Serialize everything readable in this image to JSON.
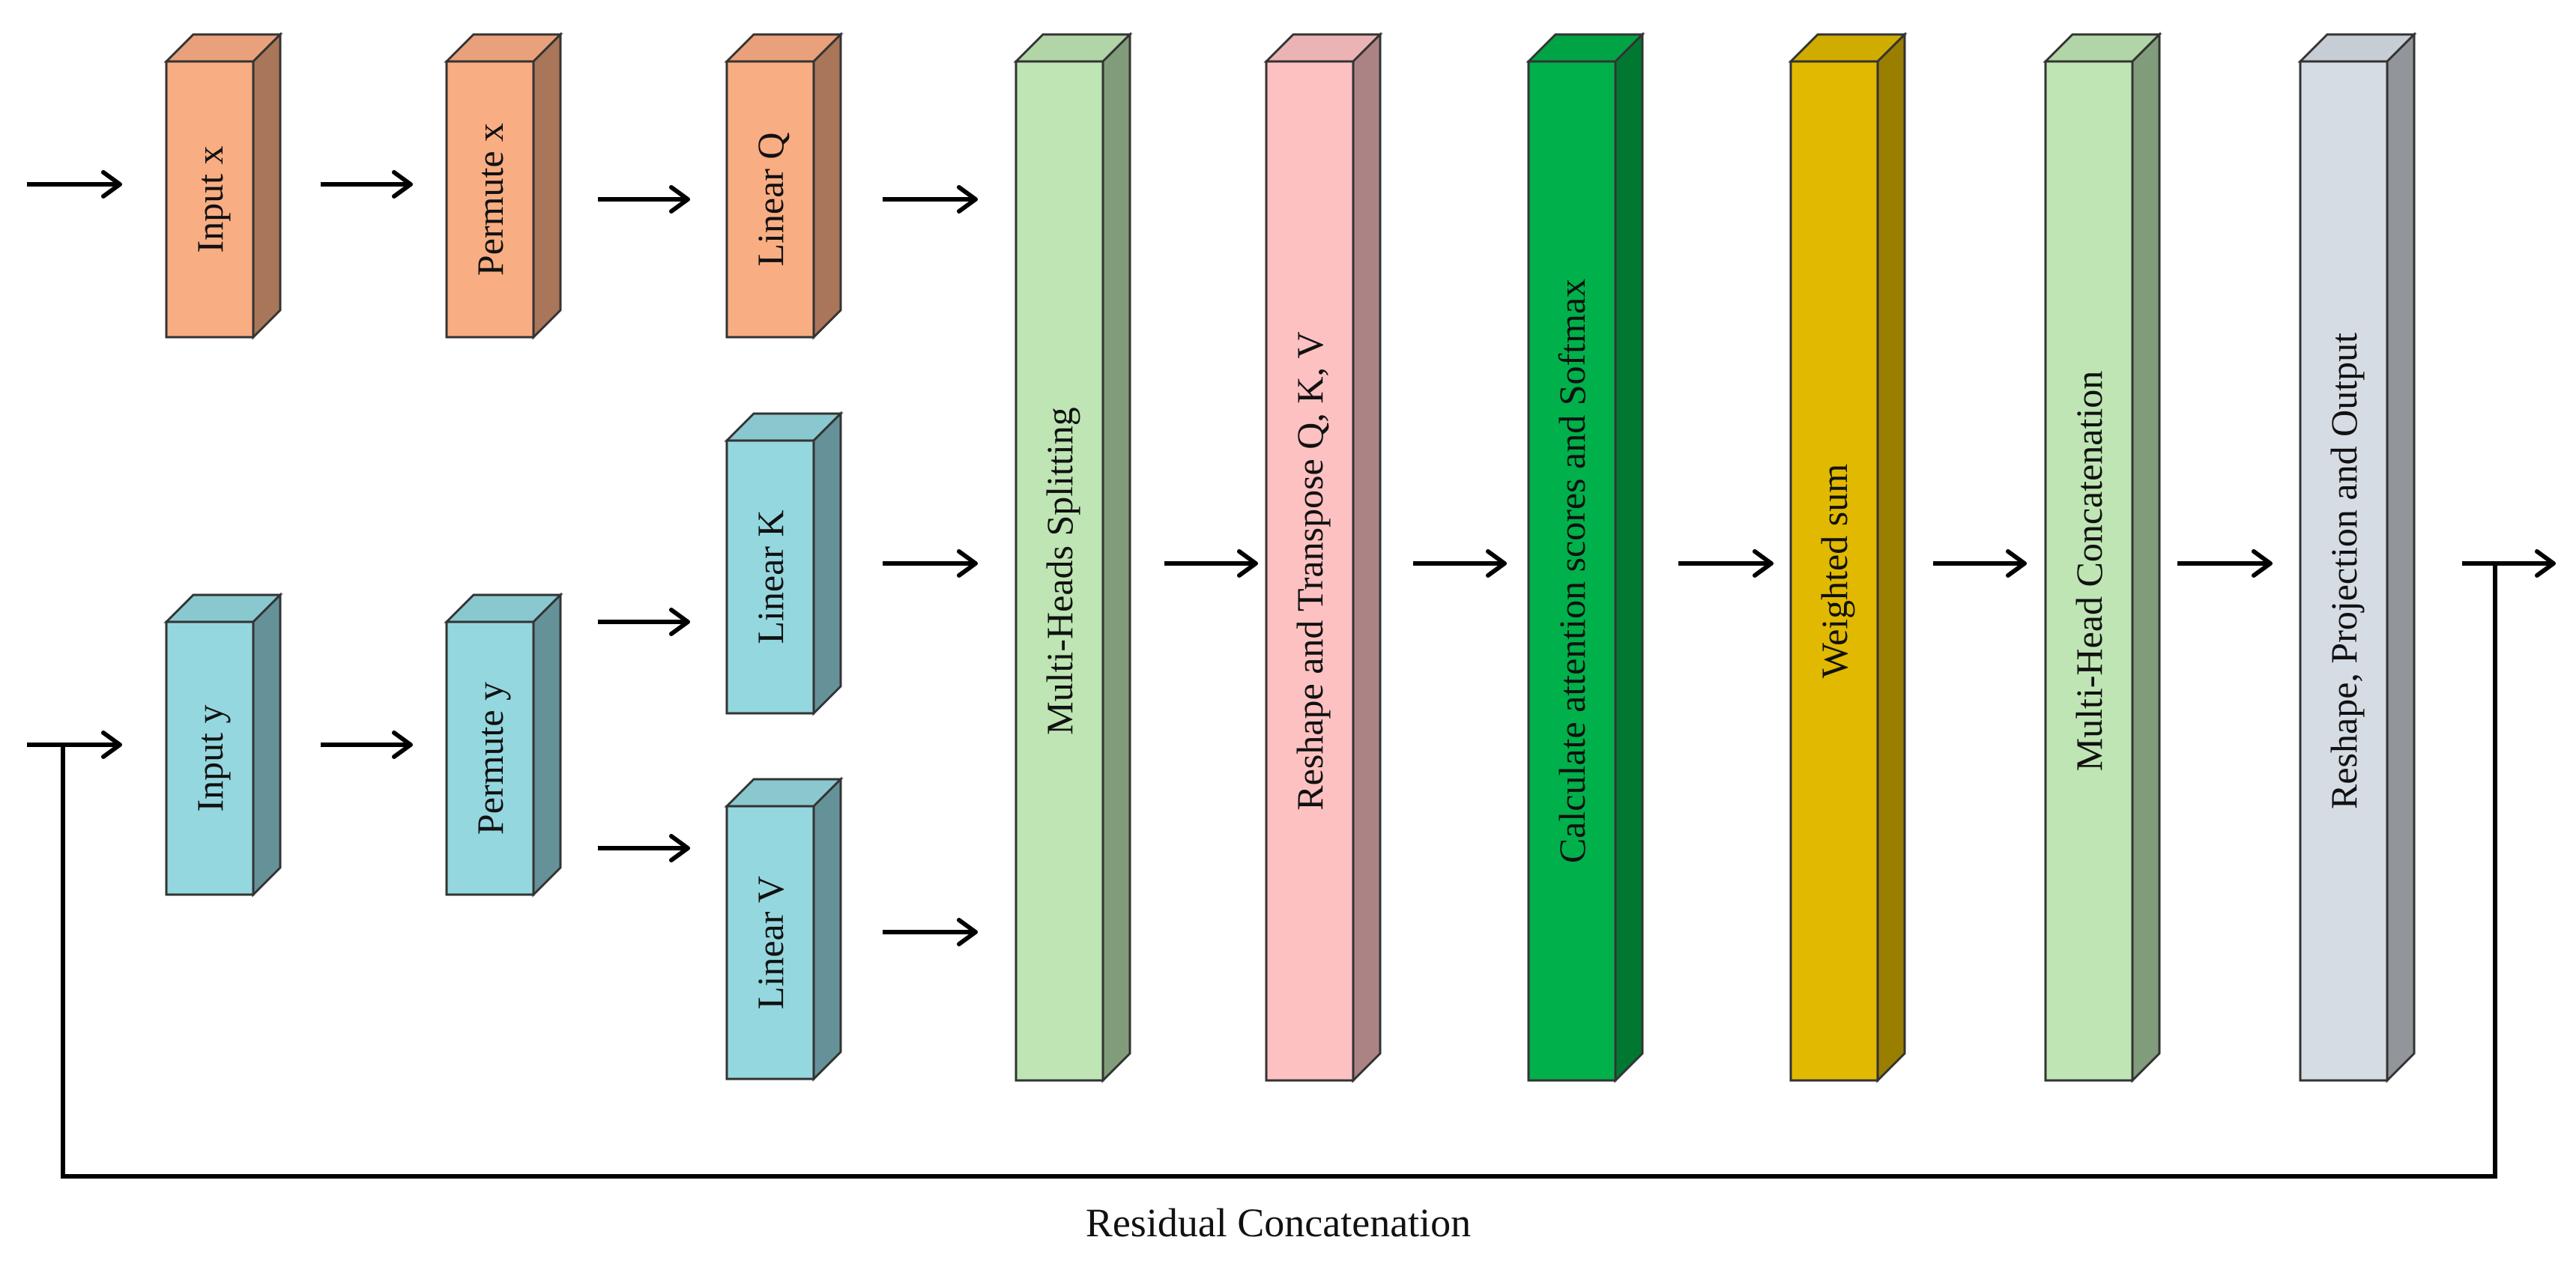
{
  "diagram": {
    "caption": "Residual Concatenation",
    "blocks": {
      "input_x": {
        "label": "Input x",
        "color": "#F9AD83"
      },
      "permute_x": {
        "label": "Permute x",
        "color": "#F9AD83"
      },
      "linear_q": {
        "label": "Linear Q",
        "color": "#F9AD83"
      },
      "input_y": {
        "label": "Input y",
        "color": "#94D7DF"
      },
      "permute_y": {
        "label": "Permute y",
        "color": "#94D7DF"
      },
      "linear_k": {
        "label": "Linear K",
        "color": "#94D7DF"
      },
      "linear_v": {
        "label": "Linear V",
        "color": "#94D7DF"
      },
      "multi_heads_splitting": {
        "label": "Multi-Heads Splitting",
        "color": "#BEE5B3"
      },
      "reshape_transpose": {
        "label": "Reshape and Transpose Q, K, V",
        "color": "#FDC1C2"
      },
      "attention_softmax": {
        "label": "Calculate attention scores and Softmax",
        "color": "#00B04A"
      },
      "weighted_sum": {
        "label": "Weighted sum",
        "color": "#E1B900"
      },
      "multi_head_concat": {
        "label": "Multi-Head Concatenation",
        "color": "#BEE5B3"
      },
      "reshape_projection_output": {
        "label": "Reshape, Projection and Output",
        "color": "#D6DCE4"
      }
    }
  }
}
